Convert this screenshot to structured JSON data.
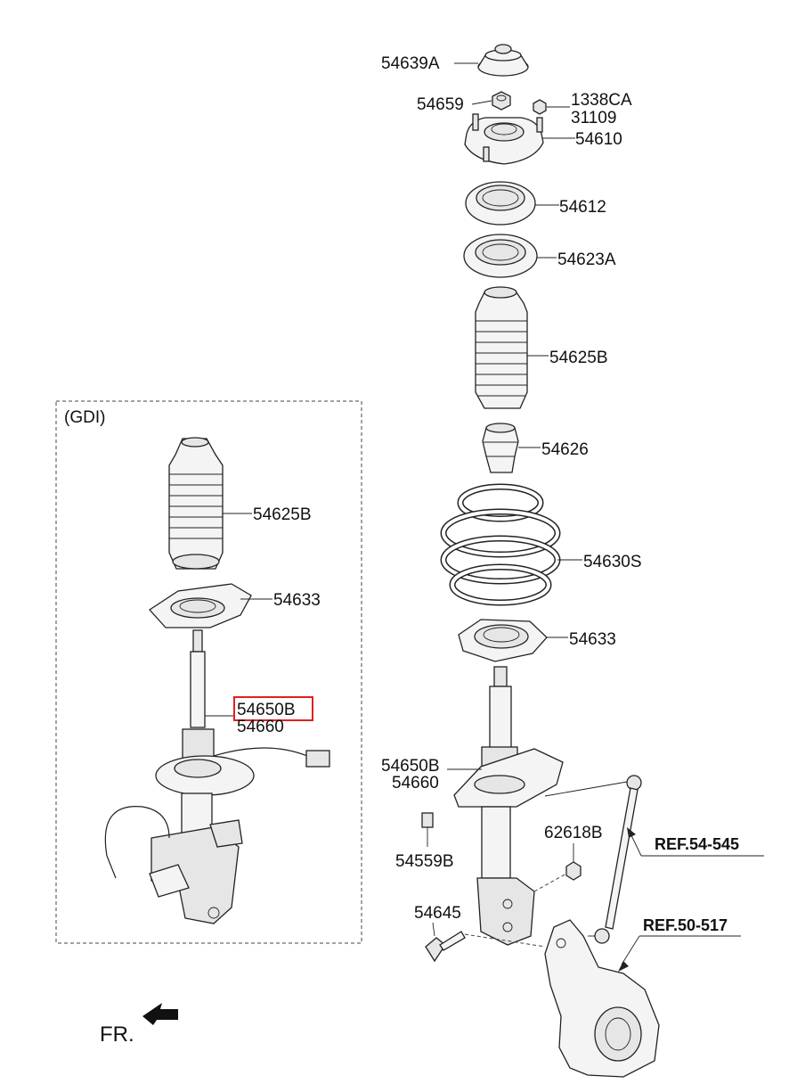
{
  "group_box": {
    "label": "(GDI)"
  },
  "labels": {
    "p54639A": "54639A",
    "p54659": "54659",
    "p1338CA": "1338CA",
    "p31109": "31109",
    "p54610": "54610",
    "p54612": "54612",
    "p54623A": "54623A",
    "p54625B_right": "54625B",
    "p54626": "54626",
    "p54630S": "54630S",
    "p54633_right": "54633",
    "p54650B_right": "54650B",
    "p54660_right": "54660",
    "p54559B": "54559B",
    "p62618B": "62618B",
    "p54645": "54645",
    "p54625B_left": "54625B",
    "p54633_left": "54633",
    "p54650B_left": "54650B",
    "p54660_left": "54660"
  },
  "references": {
    "ref_54_545": "REF.54-545",
    "ref_50_517": "REF.50-517"
  },
  "orientation": {
    "label": "FR."
  },
  "highlight_color": "#e02020"
}
